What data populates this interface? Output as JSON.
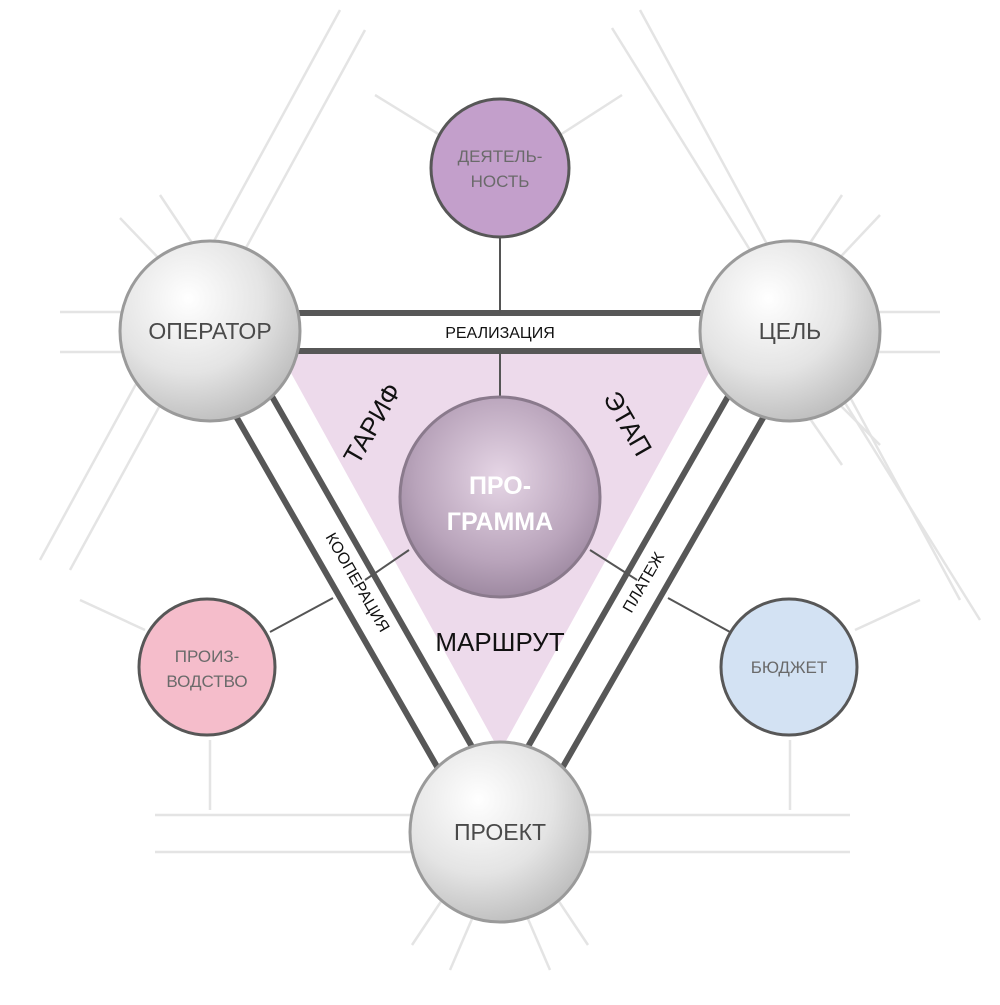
{
  "diagram": {
    "center": {
      "line1": "ПРО-",
      "line2": "ГРАММА"
    },
    "vertices": {
      "operator": "ОПЕРАТОР",
      "goal": "ЦЕЛЬ",
      "project": "ПРОЕКТ"
    },
    "satellites": {
      "activity": {
        "line1": "ДЕЯТЕЛЬ-",
        "line2": "НОСТЬ"
      },
      "production": {
        "line1": "ПРОИЗ-",
        "line2": "ВОДСТВО"
      },
      "budget": "БЮДЖЕТ"
    },
    "bands": {
      "top": "РЕАЛИЗАЦИЯ",
      "left": "КООПЕРАЦИЯ",
      "right": "ПЛАТЕЖ"
    },
    "sectors": {
      "top_left": "ТАРИФ",
      "top_right": "ЭТАП",
      "bottom": "МАРШРУТ"
    }
  },
  "colors": {
    "triangle_fill": "#eddaeb",
    "activity": "#c39fcb",
    "production": "#f5bdcb",
    "budget": "#d3e2f3",
    "node_grey": "#c8c8c8",
    "center": "#a08da4"
  }
}
